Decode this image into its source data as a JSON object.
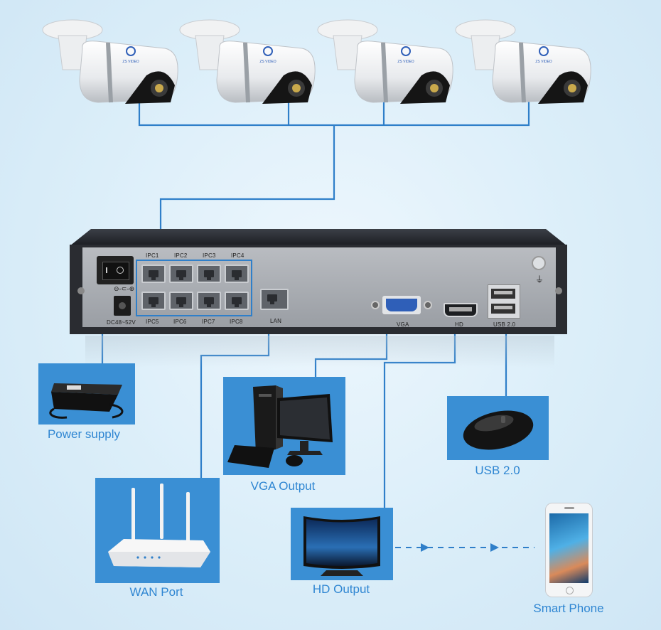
{
  "diagram": {
    "cameras": [
      {
        "brand": "ZS VIDEO"
      },
      {
        "brand": "ZS VIDEO"
      },
      {
        "brand": "ZS VIDEO"
      },
      {
        "brand": "ZS VIDEO"
      }
    ],
    "nvr": {
      "poe_ports_top": [
        "IPC1",
        "IPC2",
        "IPC3",
        "IPC4"
      ],
      "poe_ports_bottom": [
        "IPC5",
        "IPC6",
        "IPC7",
        "IPC8"
      ],
      "dc_label": "DC48~52V",
      "lan_label": "LAN",
      "vga_label": "VGA",
      "hd_label": "HD",
      "usb_label": "USB 2.0"
    },
    "captions": {
      "power_supply": "Power supply",
      "vga_output": "VGA Output",
      "usb": "USB 2.0",
      "wan_port": "WAN Port",
      "hd_output": "HD Output",
      "smart_phone": "Smart Phone"
    },
    "colors": {
      "wire": "#2f7fc9",
      "panel": "#3a8fd4",
      "caption": "#2f86d2"
    }
  }
}
